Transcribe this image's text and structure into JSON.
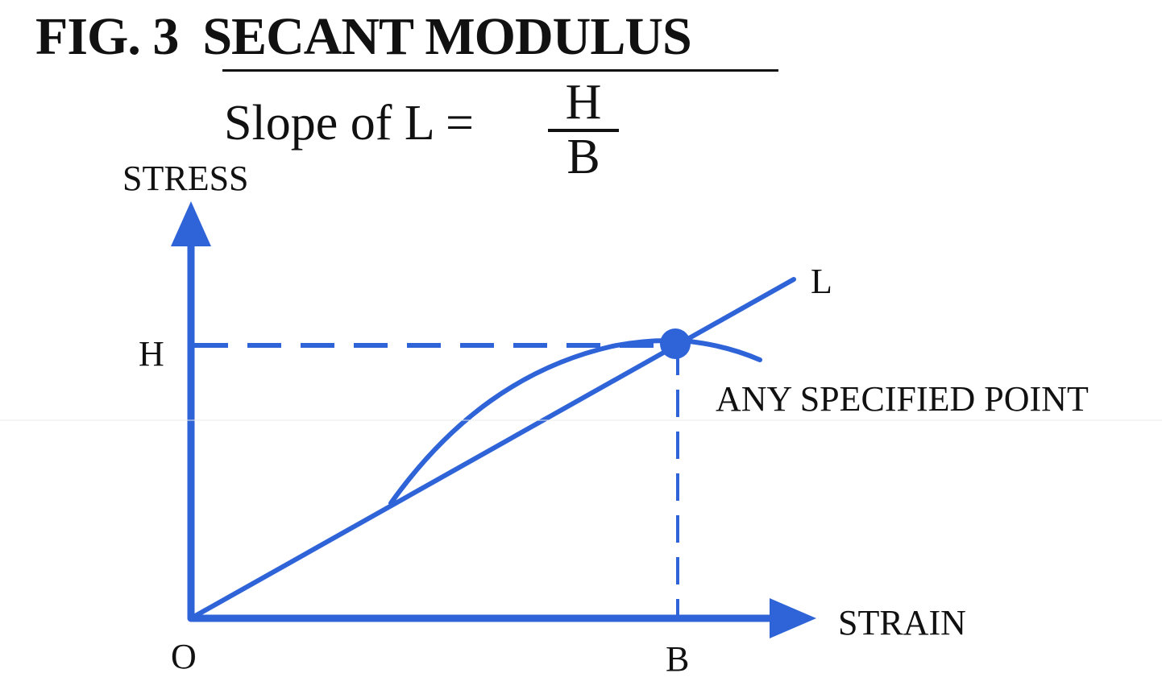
{
  "figure": {
    "number_label": "FIG. 3",
    "title": "SECANT MODULUS",
    "formula": {
      "lhs": "Slope of L =",
      "numerator": "H",
      "denominator": "B"
    }
  },
  "axes": {
    "y_label": "STRESS",
    "x_label": "STRAIN",
    "origin_label": "O",
    "y_tick_label": "H",
    "x_tick_label": "B"
  },
  "annotations": {
    "line_label": "L",
    "point_label": "ANY SPECIFIED POINT"
  },
  "colors": {
    "diagram_blue": "#2f63d8",
    "text": "#111111",
    "background": "#ffffff"
  }
}
